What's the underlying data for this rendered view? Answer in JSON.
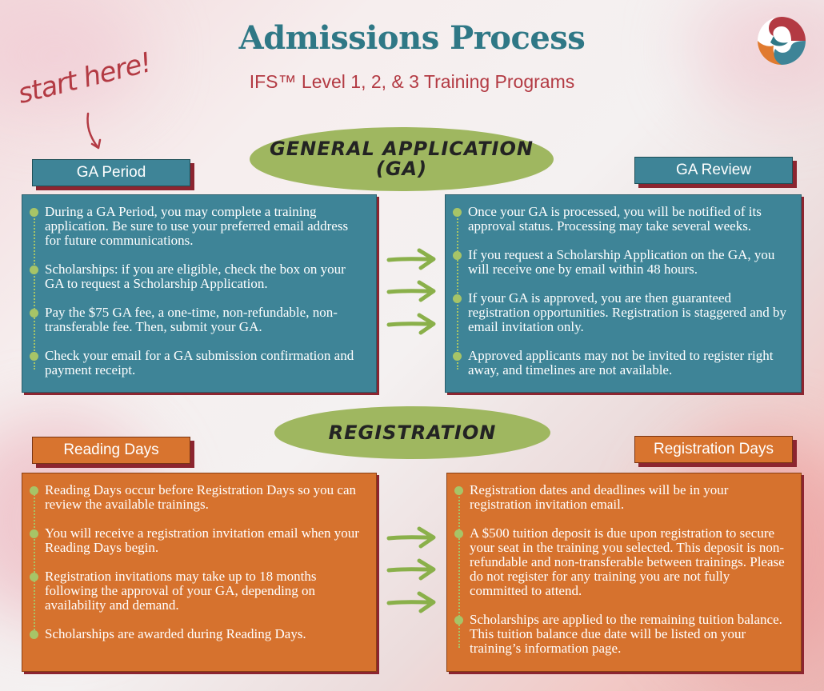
{
  "header": {
    "title": "Admissions Process",
    "subtitle": "IFS™ Level 1, 2, & 3 Training Programs"
  },
  "start_note": "start here!",
  "sections": {
    "general_application": {
      "heading": "GENERAL APPLICATION\n(GA)",
      "left": {
        "tag": "GA Period",
        "items": [
          "During a GA Period, you may complete a training application. Be sure to use your preferred email address for future communications.",
          "Scholarships: if you are eligible, check the box on your GA to request a Scholarship Application.",
          "Pay the $75 GA fee, a one-time, non-refundable, non-transferable fee. Then, submit your GA.",
          "Check your email for a GA submission confirmation and payment receipt."
        ]
      },
      "right": {
        "tag": "GA Review",
        "items": [
          "Once your GA is processed, you will be notified of its approval status. Processing may take several weeks.",
          "If you request a Scholarship Application on the GA, you will receive one by email within 48 hours.",
          "If your GA is approved, you are then guaranteed registration opportunities. Registration is staggered and by email invitation only.",
          "Approved applicants may not be invited to register right away, and timelines are not available."
        ]
      }
    },
    "registration": {
      "heading": "REGISTRATION",
      "left": {
        "tag": "Reading Days",
        "items": [
          "Reading Days occur before Registration Days so you can review the available trainings.",
          "You will receive a registration invitation email when your Reading Days begin.",
          "Registration invitations may take up to 18 months following the approval of your GA, depending on availability and demand.",
          "Scholarships are awarded during Reading Days."
        ]
      },
      "right": {
        "tag": "Registration Days",
        "items": [
          "Registration dates and deadlines will be in your registration invitation email.",
          "A $500 tuition deposit is due upon registration to secure your seat in the training you selected. This deposit is non-refundable and non-transferable between trainings. Please do not register for any training you are not fully committed to attend.",
          "Scholarships are applied to the remaining tuition balance. This tuition balance due date will be listed on your training’s information page."
        ]
      }
    }
  },
  "colors": {
    "title": "#2f7886",
    "accent_red": "#b33a43",
    "teal_box": "#3e8497",
    "orange_box": "#d6722e",
    "green": "#9fb760",
    "shadow": "#8c2530"
  },
  "icons": [
    "logo-icon",
    "curved-arrow-icon",
    "right-arrow-icon",
    "bullet-dot-icon"
  ]
}
